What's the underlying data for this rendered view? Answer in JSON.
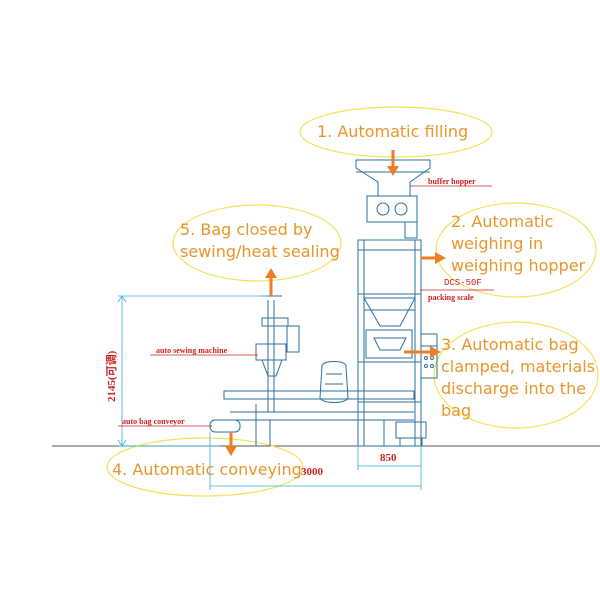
{
  "steps": {
    "s1": "1. Automatic filling",
    "s2": [
      "2. Automatic",
      "weighing in",
      "weighing hopper"
    ],
    "s3": [
      "3. Automatic bag",
      "clamped, materials",
      "discharge into the",
      "bag"
    ],
    "s4": "4. Automatic conveying",
    "s5": [
      "5. Bag closed by",
      "sewing/heat sealing"
    ]
  },
  "labels": {
    "buffer_hopper": "buffer hopper",
    "model": "DCS-50F",
    "packing_scale": "packing scale",
    "auto_sewing_machine": "auto sewing machine",
    "auto_bag_conveyor": "auto bag conveyor"
  },
  "dimensions": {
    "height": "2145(可调)",
    "width": "850",
    "length": "3000"
  },
  "colors": {
    "callout_text": "#e8962a",
    "ellipse": "#f2e25a",
    "arrow": "#ee7d24",
    "machine": "#2a6fa0",
    "dimension": "#38b2d4",
    "label": "#cc2020"
  }
}
